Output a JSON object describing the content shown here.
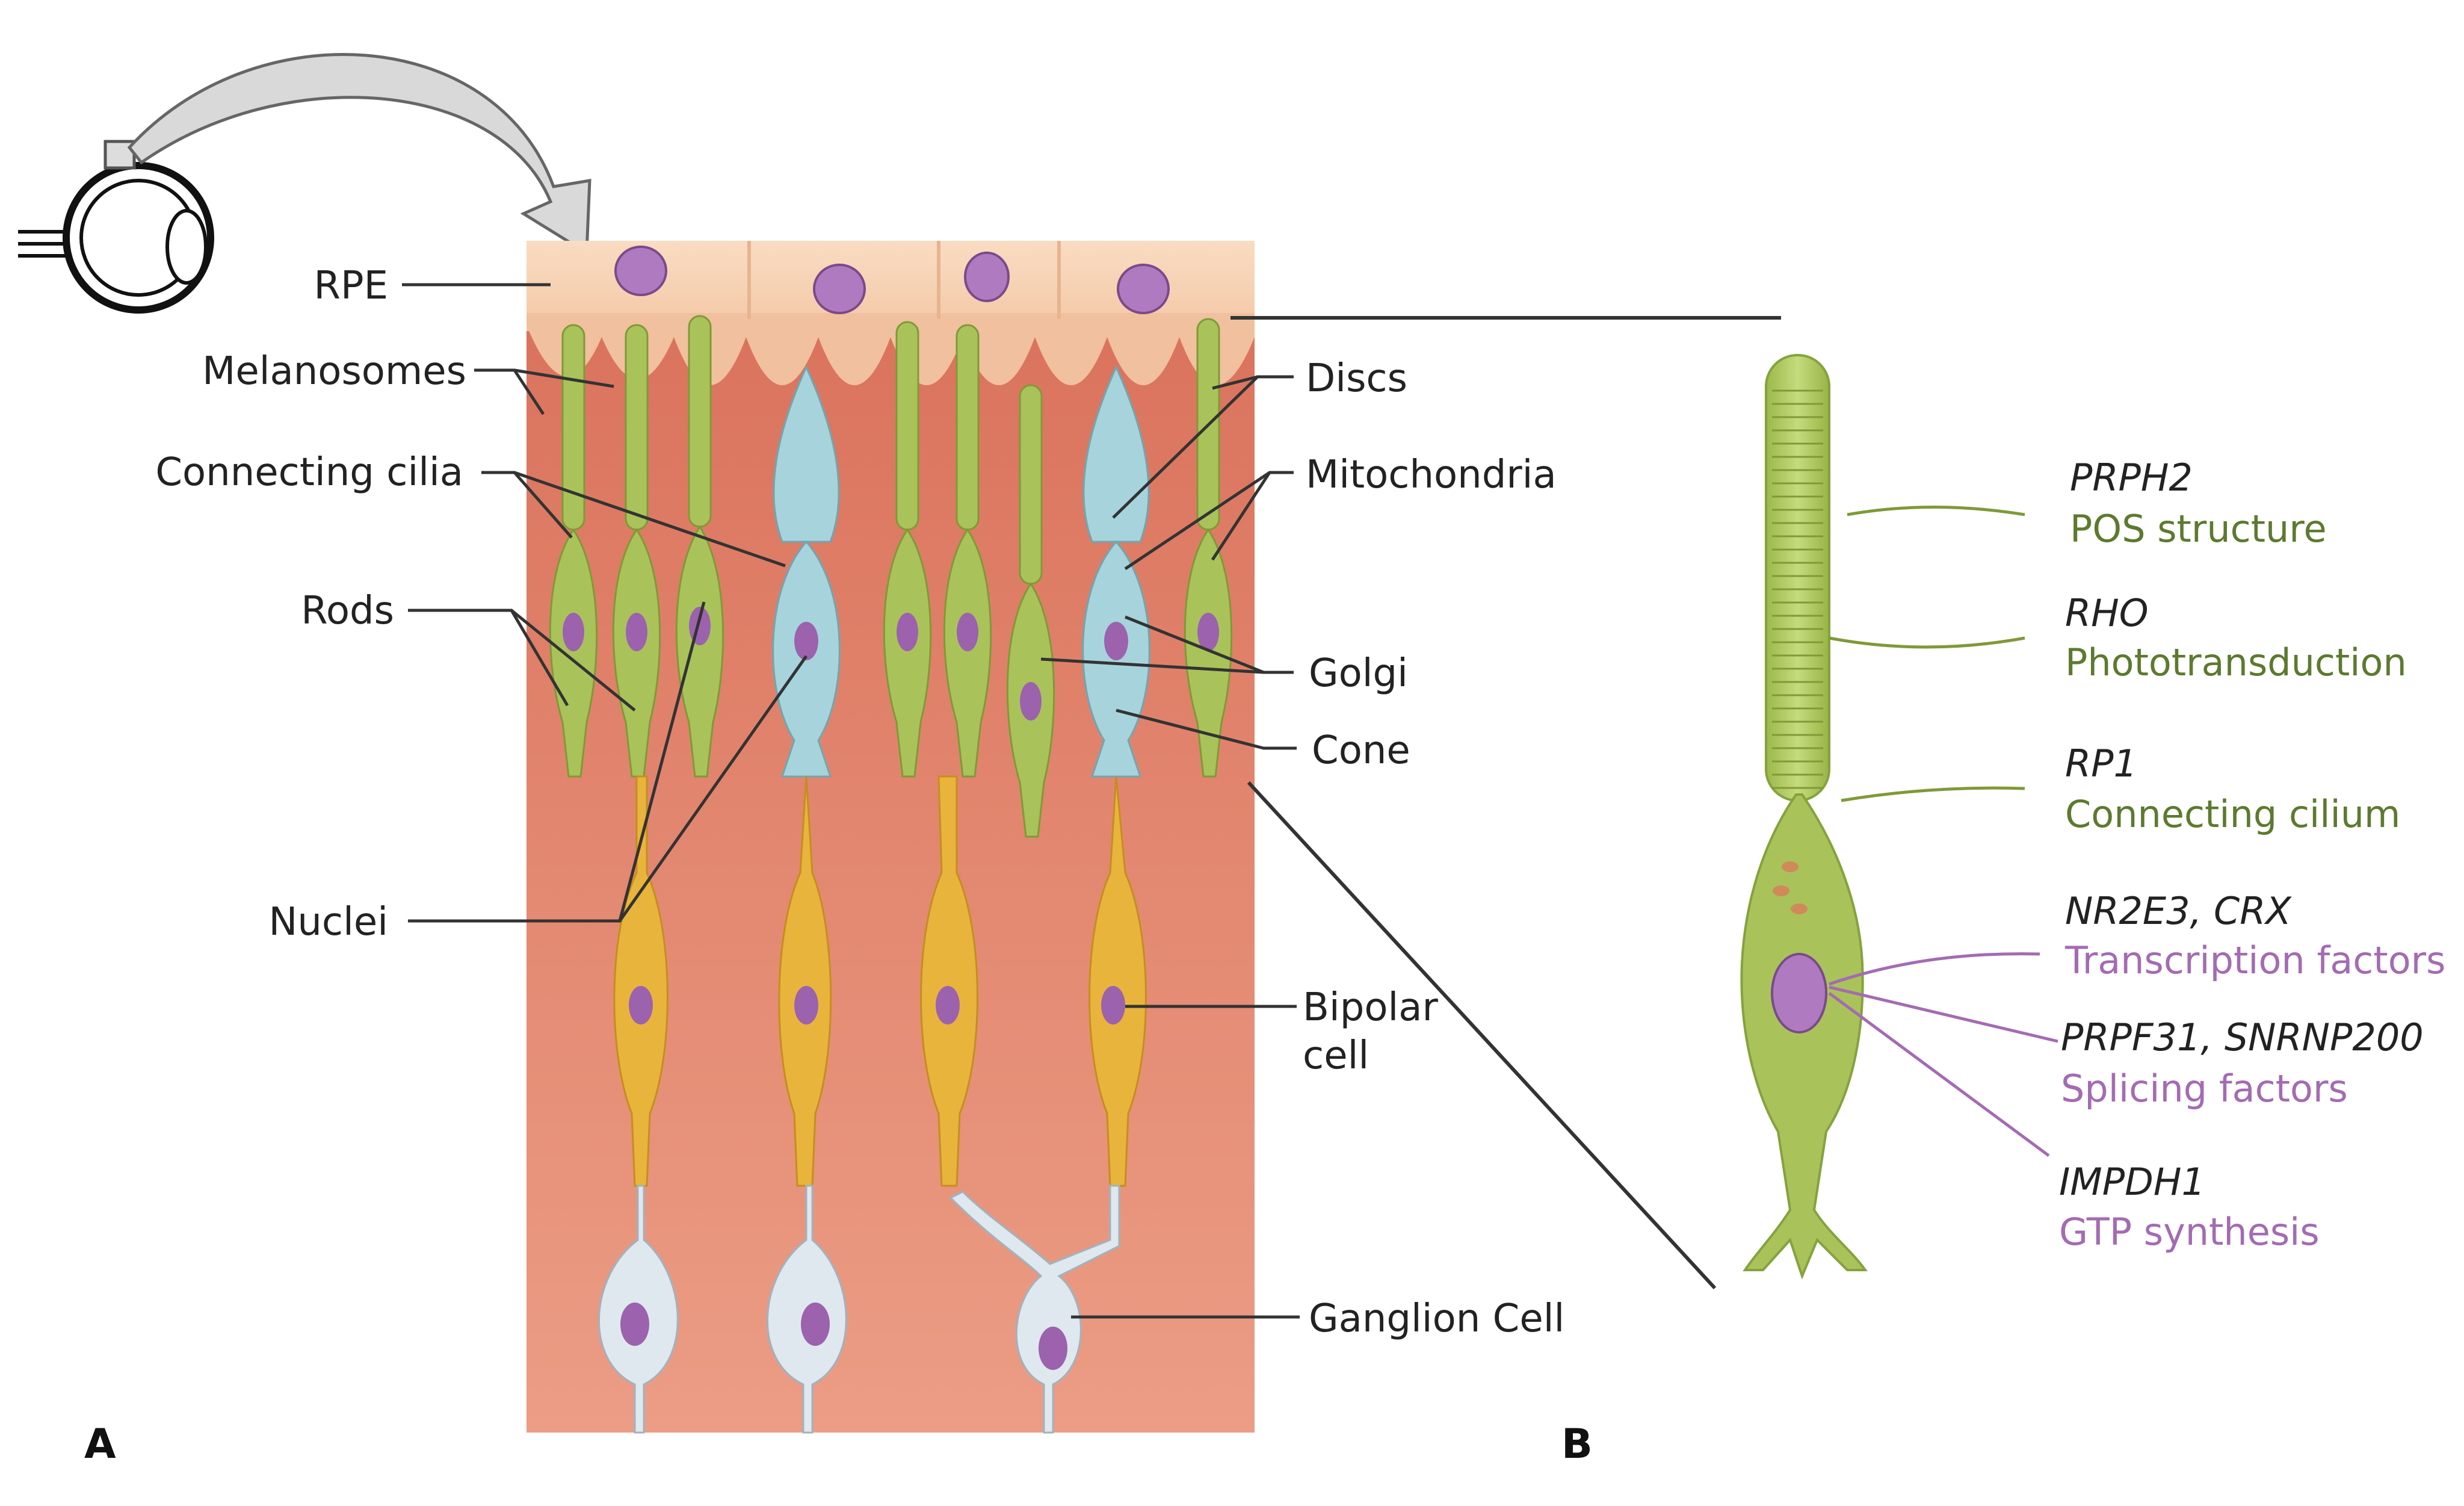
{
  "panels": {
    "a": "A",
    "b": "B"
  },
  "labels_left": {
    "rpe": "RPE",
    "melanosomes": "Melanosomes",
    "connecting_cilia": "Connecting cilia",
    "rods": "Rods",
    "nuclei": "Nuclei"
  },
  "labels_right": {
    "discs": "Discs",
    "mitochondria": "Mitochondria",
    "golgi": "Golgi",
    "cone": "Cone",
    "bipolar_line1": "Bipolar",
    "bipolar_line2": "cell",
    "ganglion": "Ganglion Cell"
  },
  "genes": [
    {
      "gene": "PRPH2",
      "function": "POS structure",
      "group": "green"
    },
    {
      "gene": "RHO",
      "function": "Phototransduction",
      "group": "green"
    },
    {
      "gene": "RP1",
      "function": "Connecting cilium",
      "group": "green"
    },
    {
      "gene": "NR2E3, CRX",
      "function": "Transcription factors",
      "group": "purple"
    },
    {
      "gene": "PRPF31, SNRNP200",
      "function": "Splicing factors",
      "group": "purple"
    },
    {
      "gene": "IMPDH1",
      "function": "GTP synthesis",
      "group": "purple"
    }
  ],
  "colors": {
    "rpe": "#f7d2b0",
    "retina": "#e2836a",
    "rod": "#a9c35a",
    "cone": "#a7d4dc",
    "bipolar": "#e9b43c",
    "ganglion": "#dfe8ee",
    "nucleus": "#9c62ad",
    "green_text": "#5d7a2f",
    "purple_text": "#a46bb3"
  }
}
